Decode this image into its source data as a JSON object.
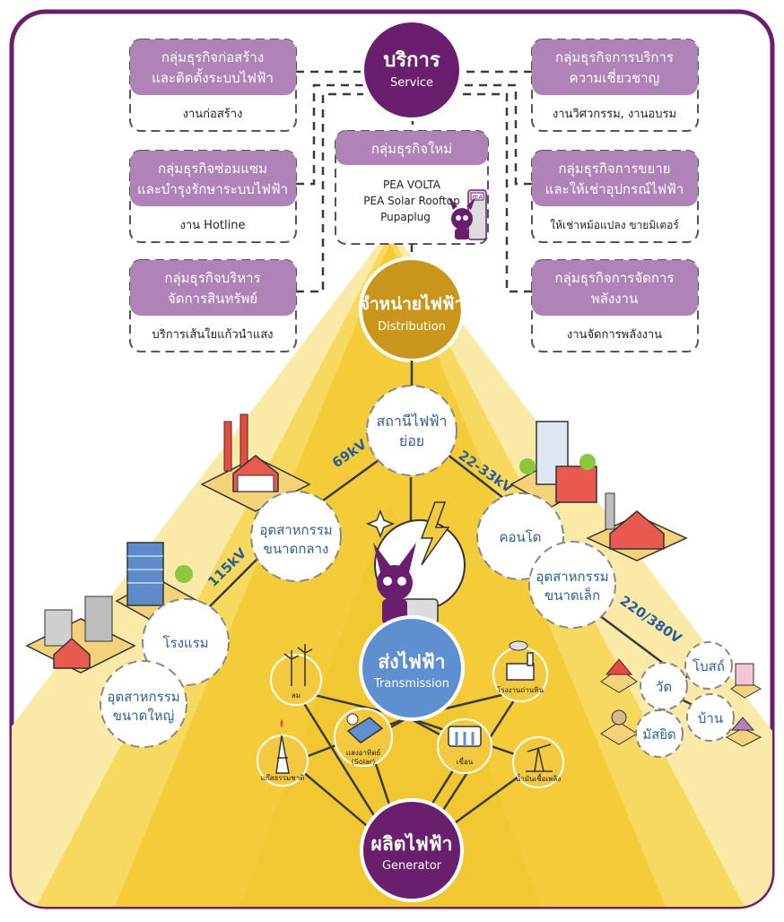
{
  "colors": {
    "purple": "#6a1f6e",
    "purple_light": "#b083b8",
    "gold": "#f3c940",
    "gold_pale": "#fbe9a8",
    "gold_dark": "#c9951b",
    "blue": "#5e8fd0",
    "blue_text": "#2a5b9e",
    "node_text_blue": "#2e5f9d"
  },
  "service": {
    "th": "บริการ",
    "en": "Service"
  },
  "business_groups": {
    "construction": {
      "title": [
        "กลุ่มธุรกิจก่อสร้าง",
        "และติดตั้งระบบไฟฟ้า"
      ],
      "body": "งานก่อสร้าง"
    },
    "maintenance": {
      "title": [
        "กลุ่มธุรกิจซ่อมแซม",
        "และบำรุงรักษาระบบไฟฟ้า"
      ],
      "body": "งาน Hotline"
    },
    "asset": {
      "title": [
        "กลุ่มธุรกิจบริหาร",
        "จัดการสินทรัพย์"
      ],
      "body": "บริการเส้นใยแก้วนำแสง"
    },
    "expert": {
      "title": [
        "กลุ่มธุรกิจการบริการ",
        "ความเชี่ยวชาญ"
      ],
      "body": "งานวิศวกรรม, งานอบรม"
    },
    "sales": {
      "title": [
        "กลุ่มธุรกิจการขยาย",
        "และให้เช่าอุปกรณ์ไฟฟ้า"
      ],
      "body": "ให้เช่าหม้อแปลง ขายมิเตอร์"
    },
    "energy": {
      "title": [
        "กลุ่มธุรกิจการจัดการ",
        "พลังงาน"
      ],
      "body": "งานจัดการพลังงาน"
    },
    "new": {
      "title": "กลุ่มธุรกิจใหม่",
      "lines": [
        "PEA VOLTA",
        "PEA Solar Rooftop",
        "Pupaplug"
      ]
    }
  },
  "distribution": {
    "th": "จำหน่ายไฟฟ้า",
    "en": "Distribution"
  },
  "substation": [
    "สถานีไฟฟ้า",
    "ย่อย"
  ],
  "voltages": {
    "v69": "69kV",
    "v115": "115kV",
    "v2233": "22-33kV",
    "v220": "220/380V"
  },
  "consumers": {
    "medium_industry": [
      "อุตสาหกรรม",
      "ขนาดกลาง"
    ],
    "hotel": "โรงแรม",
    "large_industry": [
      "อุตสาหกรรม",
      "ขนาดใหญ่"
    ],
    "condo": "คอนโด",
    "small_industry": [
      "อุตสาหกรรม",
      "ขนาดเล็ก"
    ],
    "temple": "วัด",
    "church": "โบสถ์",
    "mosque": "มัสยิด",
    "house": "บ้าน"
  },
  "transmission": {
    "th": "ส่งไฟฟ้า",
    "en": "Transmission"
  },
  "generator": {
    "th": "ผลิตไฟฟ้า",
    "en": "Generator"
  },
  "sources": {
    "wind": "ลม",
    "gas": "แก๊สธรรมชาติ",
    "solar": [
      "แสงอาทิตย์",
      "(Solar)"
    ],
    "dam": "เขื่อน",
    "coal": "โรงงานถ่านหิน",
    "oil": "น้ำมันเชื้อเพลิง"
  },
  "pea_logo": "PEA"
}
